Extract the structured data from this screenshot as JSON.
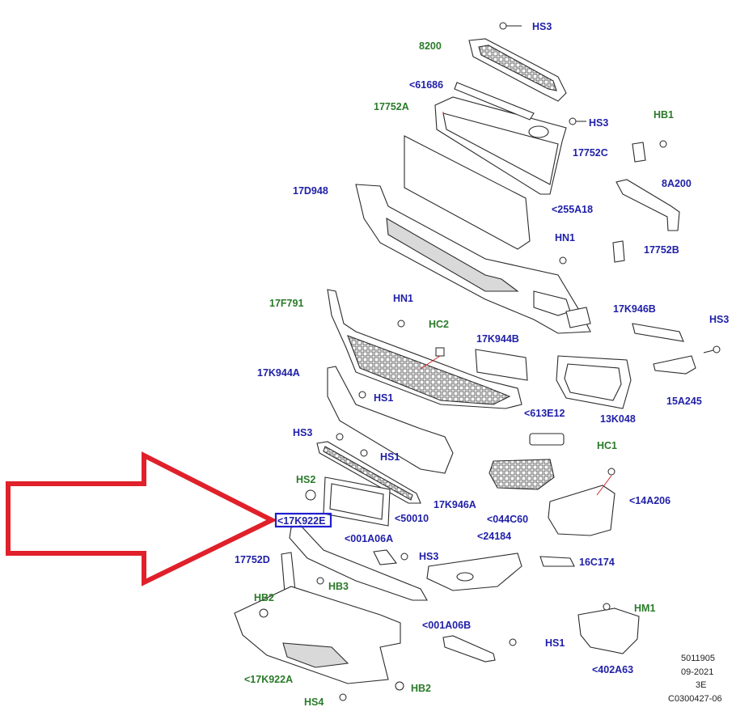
{
  "labels": {
    "hs3_a": "HS3",
    "p8200": "8200",
    "p61686": "<61686",
    "p17752A": "17752A",
    "hs3_b": "HS3",
    "hb1": "HB1",
    "p17752C": "17752C",
    "p17D948": "17D948",
    "p8A200": "8A200",
    "p255A18": "<255A18",
    "hn1_a": "HN1",
    "p17752B": "17752B",
    "p17F791": "17F791",
    "hn1_b": "HN1",
    "p17K946B": "17K946B",
    "hs3_c": "HS3",
    "hc2": "HC2",
    "p17K944B": "17K944B",
    "p17K944A": "17K944A",
    "hs1_a": "HS1",
    "p613E12": "<613E12",
    "p13K048": "13K048",
    "p15A245": "15A245",
    "hs3_d": "HS3",
    "hs1_b": "HS1",
    "hc1": "HC1",
    "hs2": "HS2",
    "p17K946A": "17K946A",
    "p14A206": "<14A206",
    "p17K922E": "<17K922E",
    "p50010": "<50010",
    "p044C60": "<044C60",
    "p001A06A": "<001A06A",
    "p24184": "<24184",
    "p17752D": "17752D",
    "hs3_e": "HS3",
    "p16C174": "16C174",
    "hb3": "HB3",
    "hb2_a": "HB2",
    "hm1": "HM1",
    "p001A06B": "<001A06B",
    "hs1_c": "HS1",
    "p17K922A": "<17K922A",
    "hb2_b": "HB2",
    "p402A63": "<402A63",
    "hs4": "HS4"
  },
  "meta": {
    "line1": "5011905",
    "line2": "09-2021",
    "line3": "3E",
    "line4": "C0300427-06"
  },
  "colors": {
    "part_label": "#1f1fa8",
    "fastener_label": "#2a7a2a",
    "highlight_arrow": "#e0202a",
    "highlight_box": "#1f1fd0"
  }
}
